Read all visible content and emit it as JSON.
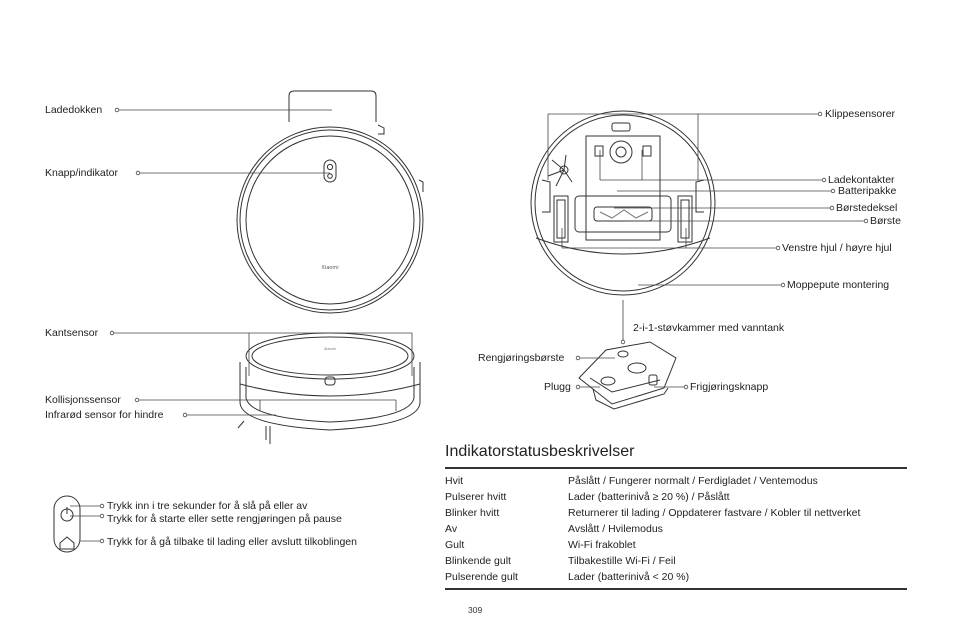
{
  "left_labels": {
    "ladedokken": "Ladedokken",
    "knapp": "Knapp/indikator",
    "kantsensor": "Kantsensor",
    "kollisjon": "Kollisjonssensor",
    "infrarod": "Infrarød sensor for hindre"
  },
  "right_labels": {
    "klippesensorer": "Klippesensorer",
    "ladekontakter": "Ladekontakter",
    "batteripakke": "Batteripakke",
    "borstedeksel": "Børstedeksel",
    "borste": "Børste",
    "hjul": "Venstre hjul / høyre hjul",
    "moppepute": "Moppepute montering",
    "stovkammer": "2-i-1-støvkammer med vanntank",
    "rengjoringsborste": "Rengjøringsbørste",
    "plugg": "Plugg",
    "frigjoring": "Frigjøringsknapp"
  },
  "robot_brand": "Xiaomi",
  "buttons": {
    "power_line1": "Trykk inn i tre sekunder for å slå på eller av",
    "power_line2": "Trykk for å starte eller sette rengjøringen på pause",
    "home_line": "Trykk for å gå tilbake til lading eller avslutt tilkoblingen"
  },
  "status_table": {
    "title": "Indikatorstatusbeskrivelser",
    "rows": [
      {
        "state": "Hvit",
        "meaning": "Påslått / Fungerer normalt / Ferdigladet / Ventemodus"
      },
      {
        "state": "Pulserer hvitt",
        "meaning": "Lader (batterinivå ≥ 20 %) / Påslått"
      },
      {
        "state": "Blinker hvitt",
        "meaning": "Returnerer til lading / Oppdaterer fastvare / Kobler til nettverket"
      },
      {
        "state": "Av",
        "meaning": "Avslått / Hvilemodus"
      },
      {
        "state": "Gult",
        "meaning": "Wi-Fi frakoblet"
      },
      {
        "state": "Blinkende gult",
        "meaning": "Tilbakestille Wi-Fi / Feil"
      },
      {
        "state": "Pulserende gult",
        "meaning": "Lader (batterinivå < 20 %)"
      }
    ]
  },
  "page_number": "309"
}
